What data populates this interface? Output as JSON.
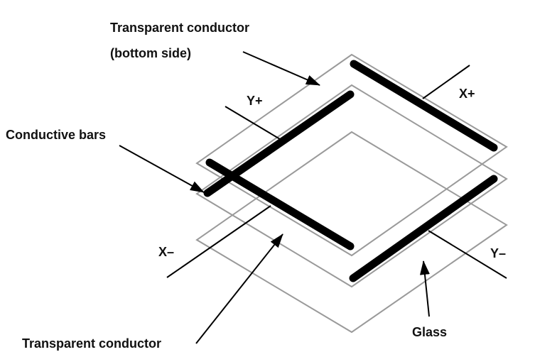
{
  "labels": {
    "top_conductor_line1": "Transparent conductor",
    "top_conductor_line2": "(bottom side)",
    "conductive_bars": "Conductive bars",
    "y_plus": "Y+",
    "x_plus": "X+",
    "x_minus": "X–",
    "y_minus": "Y–",
    "glass": "Glass",
    "bottom_conductor": "Transparent conductor"
  }
}
